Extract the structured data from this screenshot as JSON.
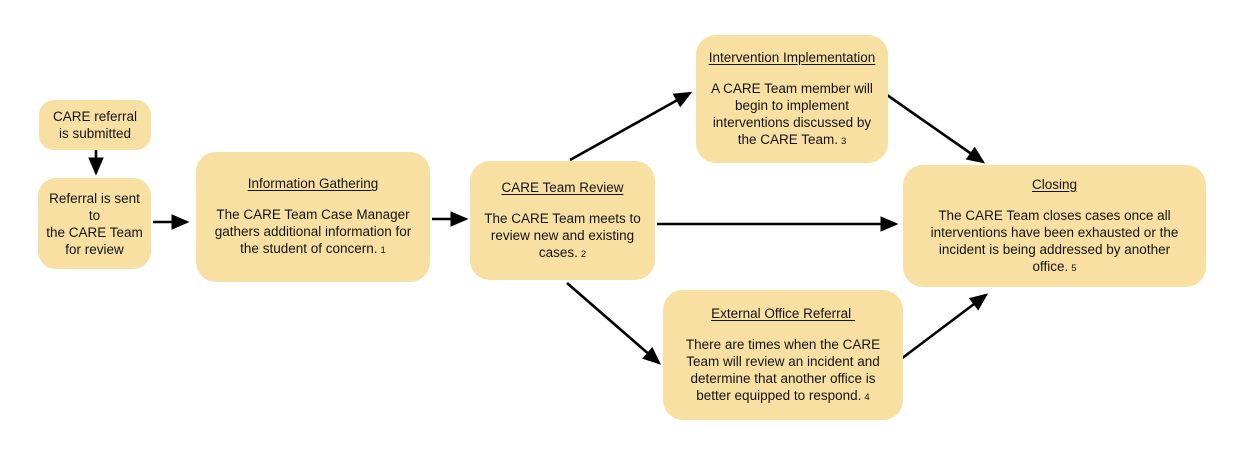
{
  "diagram_title": "CARE Team case process flowchart",
  "colors": {
    "node_fill": "#F8DFA2",
    "text_color": "#141414",
    "arrow_color": "#000000"
  },
  "nodes": {
    "referral_submitted": {
      "text": "CARE referral\nis submitted"
    },
    "referral_sent": {
      "text": "Referral is sent to\nthe CARE Team\nfor review"
    },
    "information_gathering": {
      "title": "Information Gathering",
      "body": "The CARE Team Case Manager\ngathers additional information for\nthe student of concern.",
      "note": "1"
    },
    "care_team_review": {
      "title": "CARE Team Review",
      "body": "The CARE Team meets to\nreview new and existing\ncases.",
      "note": "2"
    },
    "intervention_implementation": {
      "title": "Intervention Implementation",
      "body": "A CARE Team member will\nbegin to implement\ninterventions discussed by\nthe CARE Team.",
      "note": "3"
    },
    "external_office_referral": {
      "title": "External Office Referral ",
      "body": "There are times when the CARE\nTeam will review an incident and\ndetermine that another office is\nbetter equipped to respond.",
      "note": "4"
    },
    "closing": {
      "title": "Closing",
      "body": "The CARE Team closes cases once all\ninterventions have been exhausted or the\nincident is being addressed by another\noffice.",
      "note": "5"
    }
  }
}
